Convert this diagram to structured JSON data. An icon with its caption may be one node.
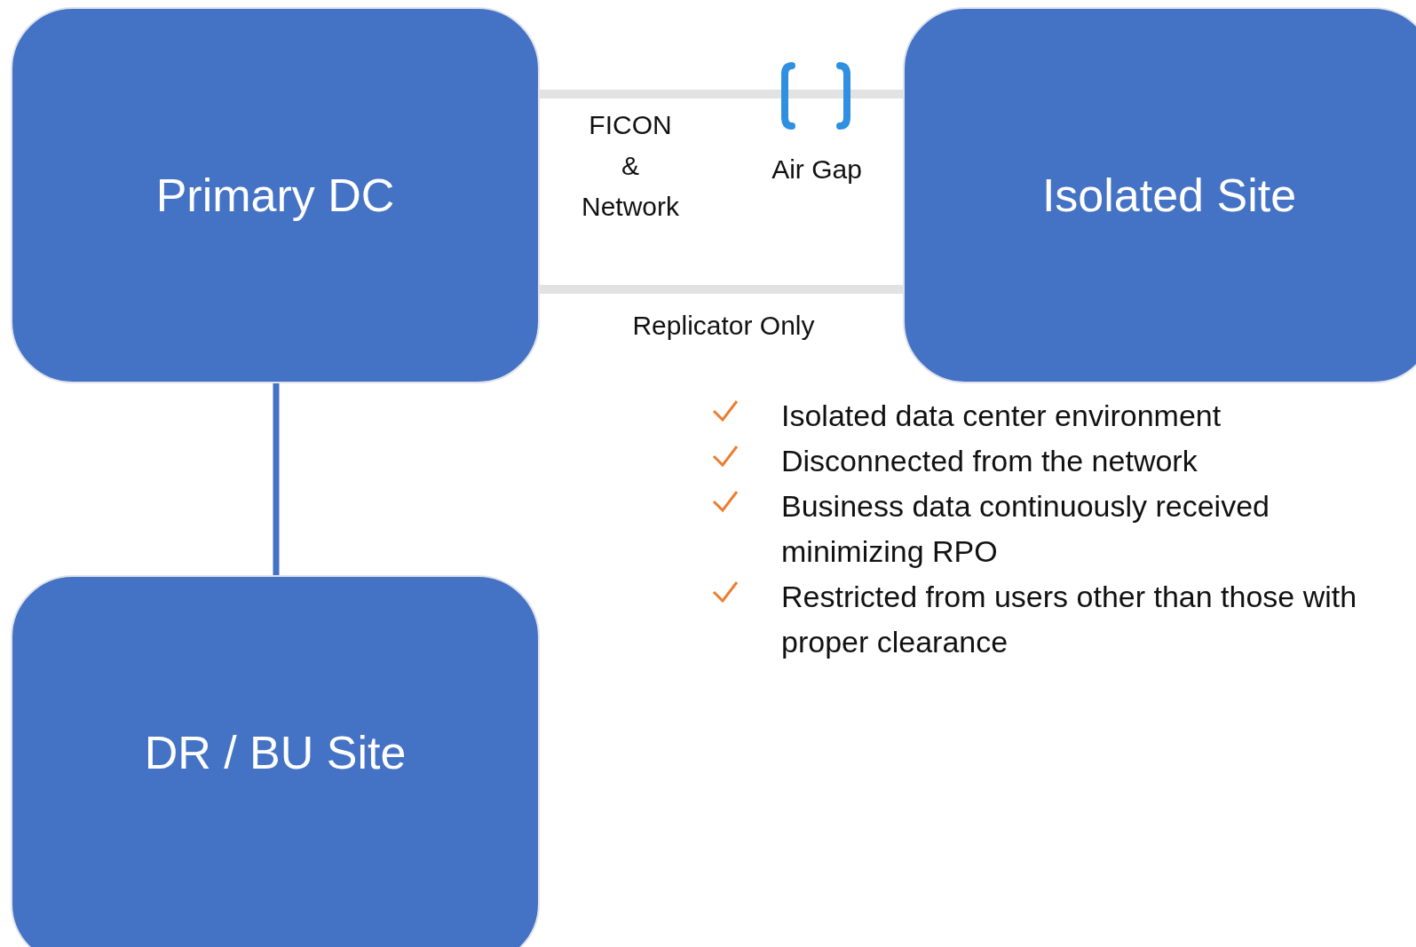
{
  "diagram": {
    "nodes": [
      {
        "text": [
          "Primary DC"
        ]
      },
      {
        "text": [
          "Isolated Site"
        ]
      },
      {
        "text": [
          "DR / BU Site"
        ]
      }
    ],
    "edges": [
      {
        "from": 0,
        "to": 1,
        "arrow": "none",
        "label": "FICON & Network"
      },
      {
        "from": 0,
        "to": 1,
        "arrow": "none",
        "label": "Replicator Only"
      },
      {
        "from": 0,
        "to": 2,
        "arrow": "none",
        "color": "#4472c4"
      }
    ],
    "labels": [
      "Air Gap",
      "Isolated data center environment",
      "Disconnected from the network",
      "Business data continuously received minimizing RPO",
      "Restricted from users other than those with proper clearance"
    ]
  }
}
